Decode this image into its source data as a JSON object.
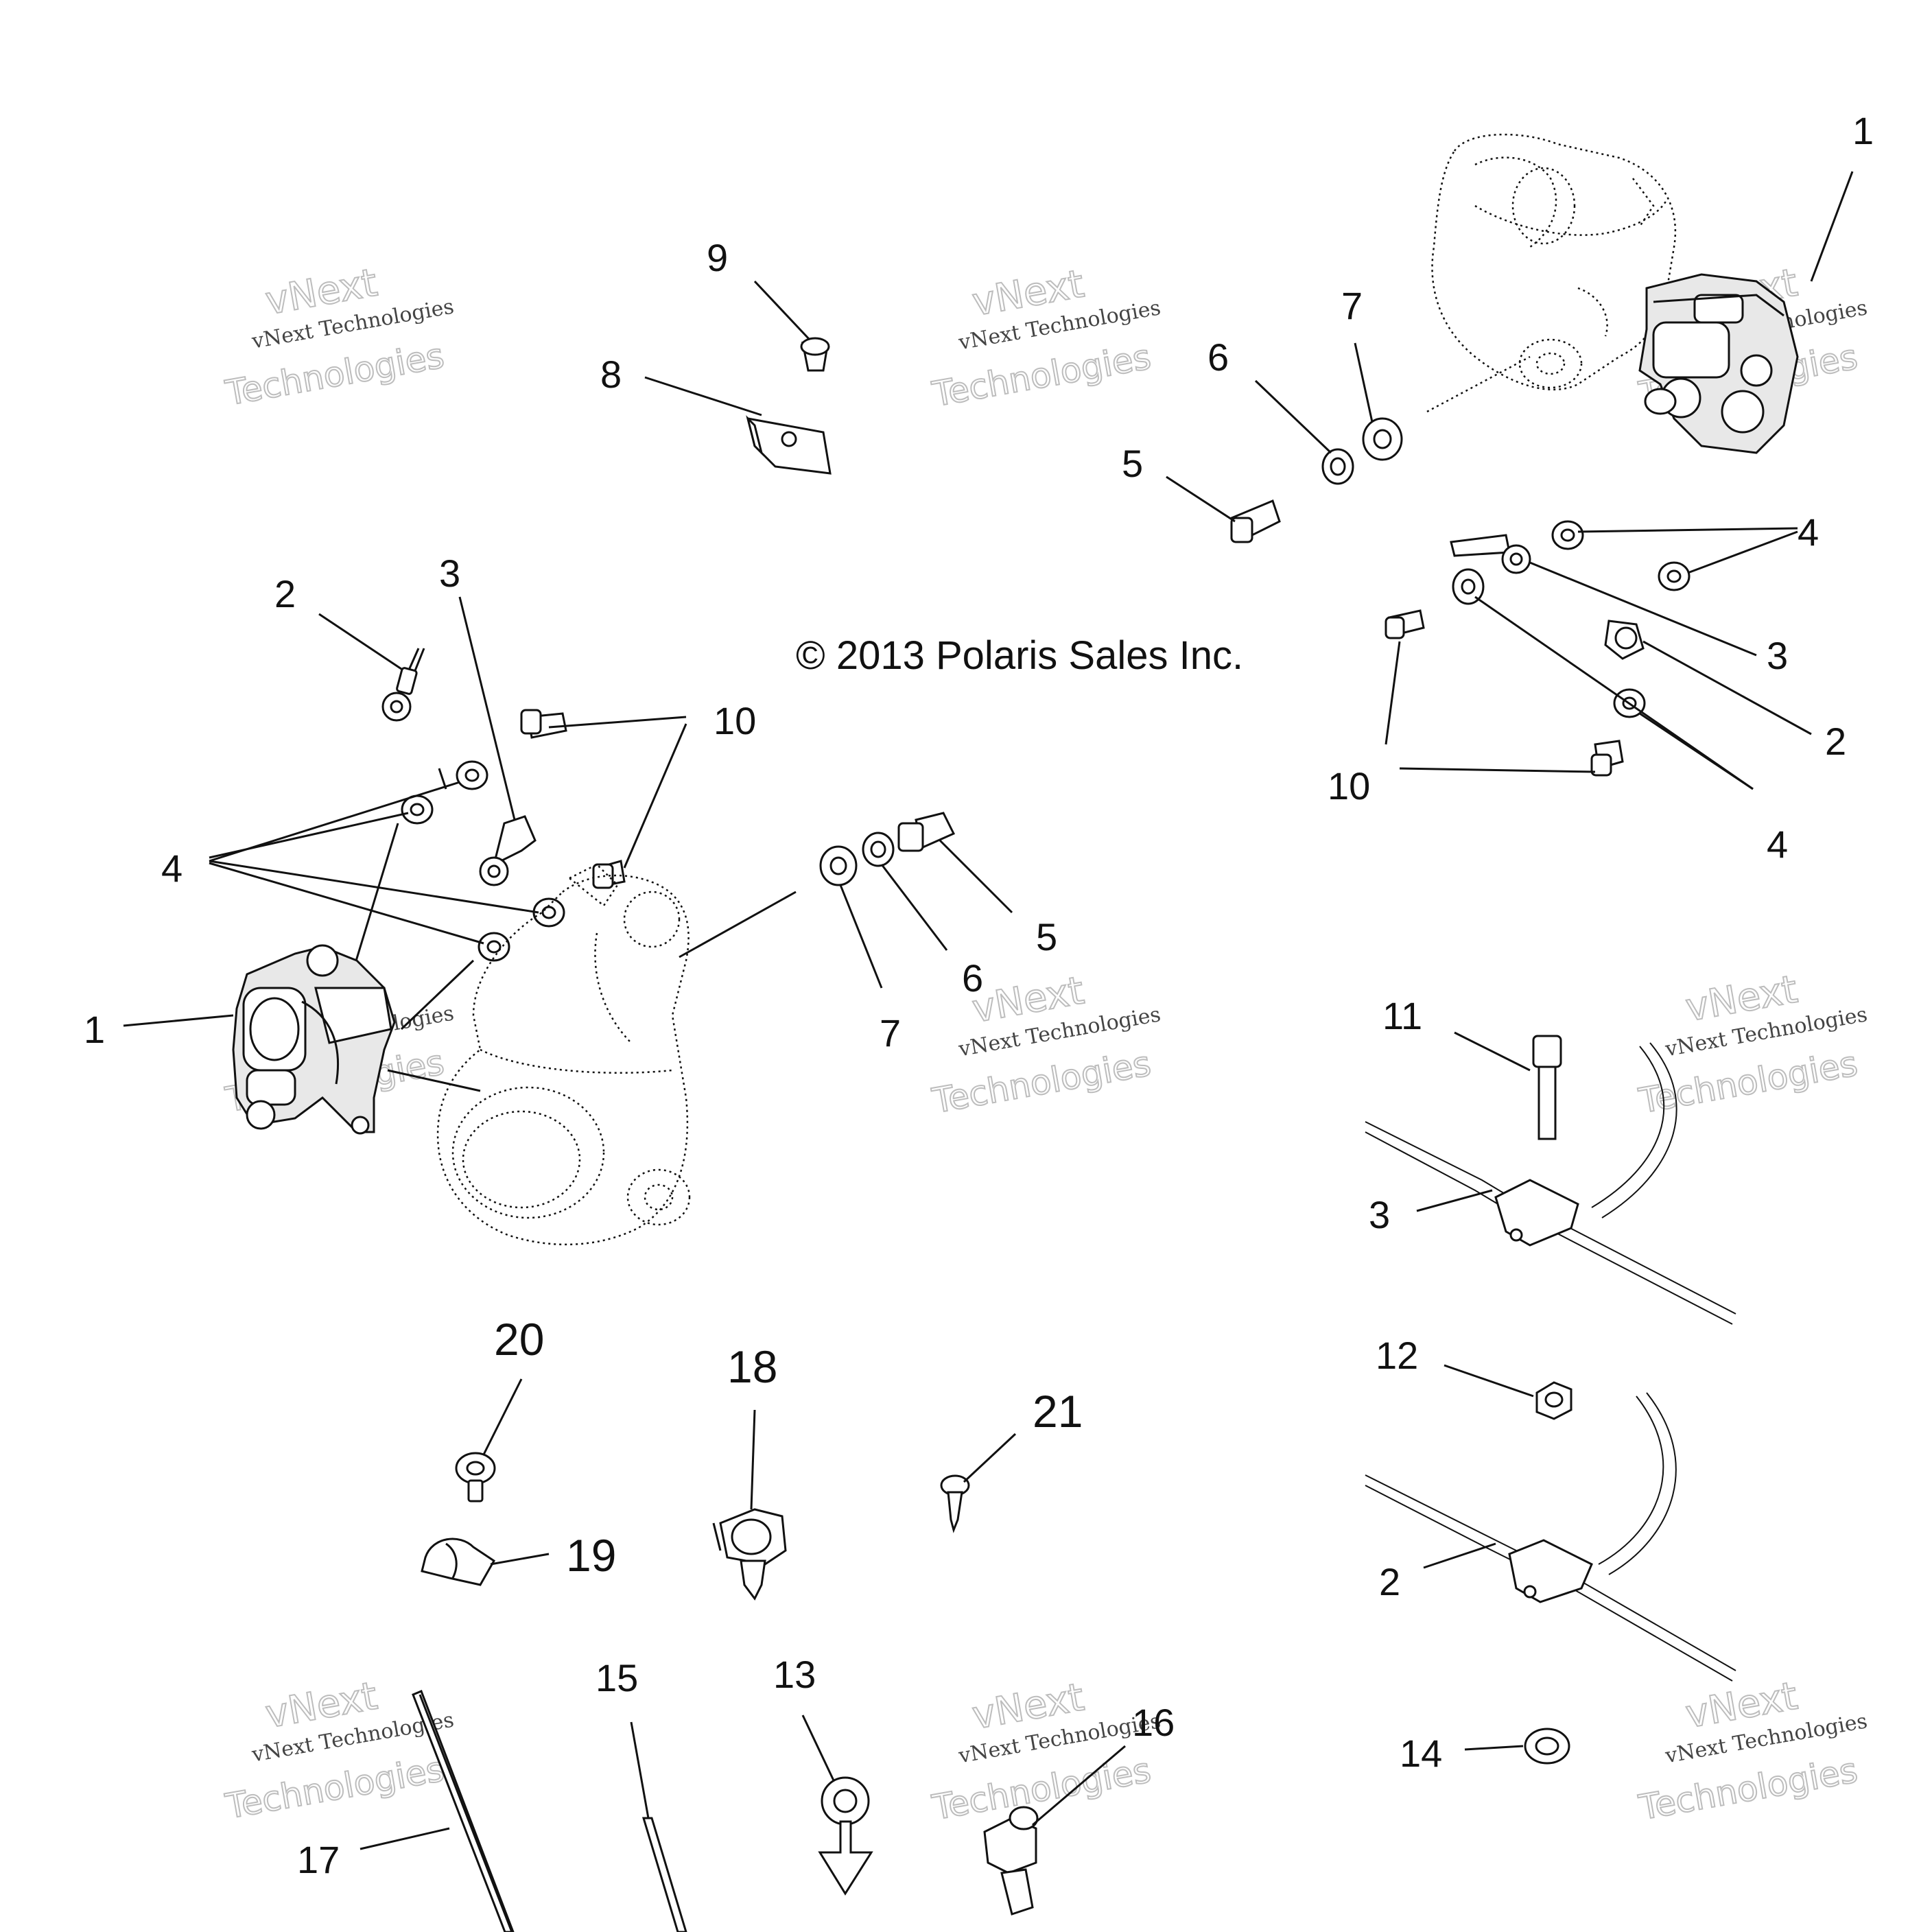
{
  "diagram": {
    "copyright": "© 2013 Polaris Sales Inc.",
    "watermark": {
      "line1": "vNext Technologies",
      "line2": "vNext",
      "line3": "Technologies"
    },
    "callouts": [
      {
        "id": "c1a",
        "label": "1"
      },
      {
        "id": "c9",
        "label": "9"
      },
      {
        "id": "c8",
        "label": "8"
      },
      {
        "id": "c7a",
        "label": "7"
      },
      {
        "id": "c6a",
        "label": "6"
      },
      {
        "id": "c5a",
        "label": "5"
      },
      {
        "id": "c4a",
        "label": "4"
      },
      {
        "id": "c3a",
        "label": "3"
      },
      {
        "id": "c2a",
        "label": "2"
      },
      {
        "id": "c10a",
        "label": "10"
      },
      {
        "id": "c4b",
        "label": "4"
      },
      {
        "id": "c2b",
        "label": "2"
      },
      {
        "id": "c3b",
        "label": "3"
      },
      {
        "id": "c10b",
        "label": "10"
      },
      {
        "id": "c4c",
        "label": "4"
      },
      {
        "id": "c1b",
        "label": "1"
      },
      {
        "id": "c5b",
        "label": "5"
      },
      {
        "id": "c6b",
        "label": "6"
      },
      {
        "id": "c7b",
        "label": "7"
      },
      {
        "id": "c11",
        "label": "11"
      },
      {
        "id": "c3c",
        "label": "3"
      },
      {
        "id": "c12",
        "label": "12"
      },
      {
        "id": "c2c",
        "label": "2"
      },
      {
        "id": "c14",
        "label": "14"
      },
      {
        "id": "c20",
        "label": "20"
      },
      {
        "id": "c18",
        "label": "18"
      },
      {
        "id": "c21",
        "label": "21"
      },
      {
        "id": "c19",
        "label": "19"
      },
      {
        "id": "c15",
        "label": "15"
      },
      {
        "id": "c13",
        "label": "13"
      },
      {
        "id": "c16",
        "label": "16"
      },
      {
        "id": "c17",
        "label": "17"
      }
    ]
  }
}
